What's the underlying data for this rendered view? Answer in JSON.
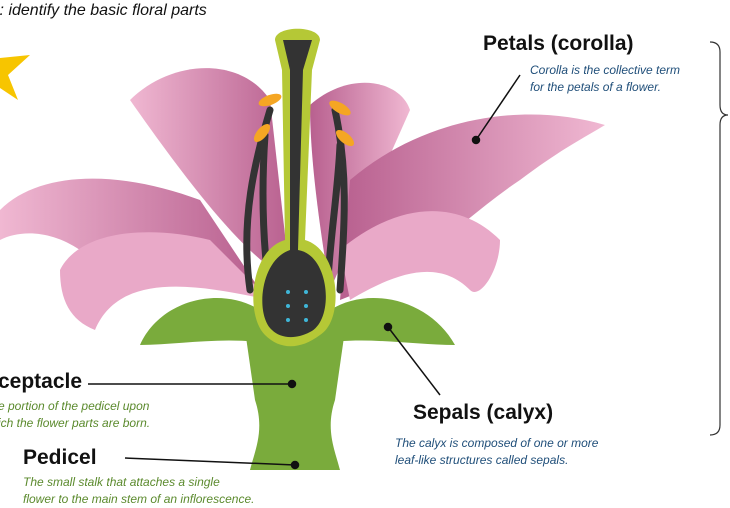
{
  "title": "l: identify the basic floral parts",
  "labels": {
    "petals": {
      "name": "Petals (corolla)",
      "desc1": "Corolla is the collective term",
      "desc2": "for the petals of a flower."
    },
    "sepals": {
      "name": "Sepals (calyx)",
      "desc1": "The calyx is composed of one or more",
      "desc2": "leaf-like structures called sepals."
    },
    "receptacle": {
      "name": "ceptacle",
      "desc1": "e portion of the pedicel upon",
      "desc2": "ich the flower parts are born."
    },
    "pedicel": {
      "name": "Pedicel",
      "desc1": "The small stalk that attaches a single",
      "desc2": "flower to the main stem of an inflorescence."
    }
  },
  "colors": {
    "petal": "#e6a3c3",
    "petal_dark": "#b8608f",
    "sepal": "#7aab3c",
    "pistil": "#333333",
    "pistil_outline": "#b5c836",
    "anther": "#f5a623",
    "star": "#f7c500",
    "desc_blue": "#1f4e79",
    "desc_green": "#5b8a2d"
  }
}
